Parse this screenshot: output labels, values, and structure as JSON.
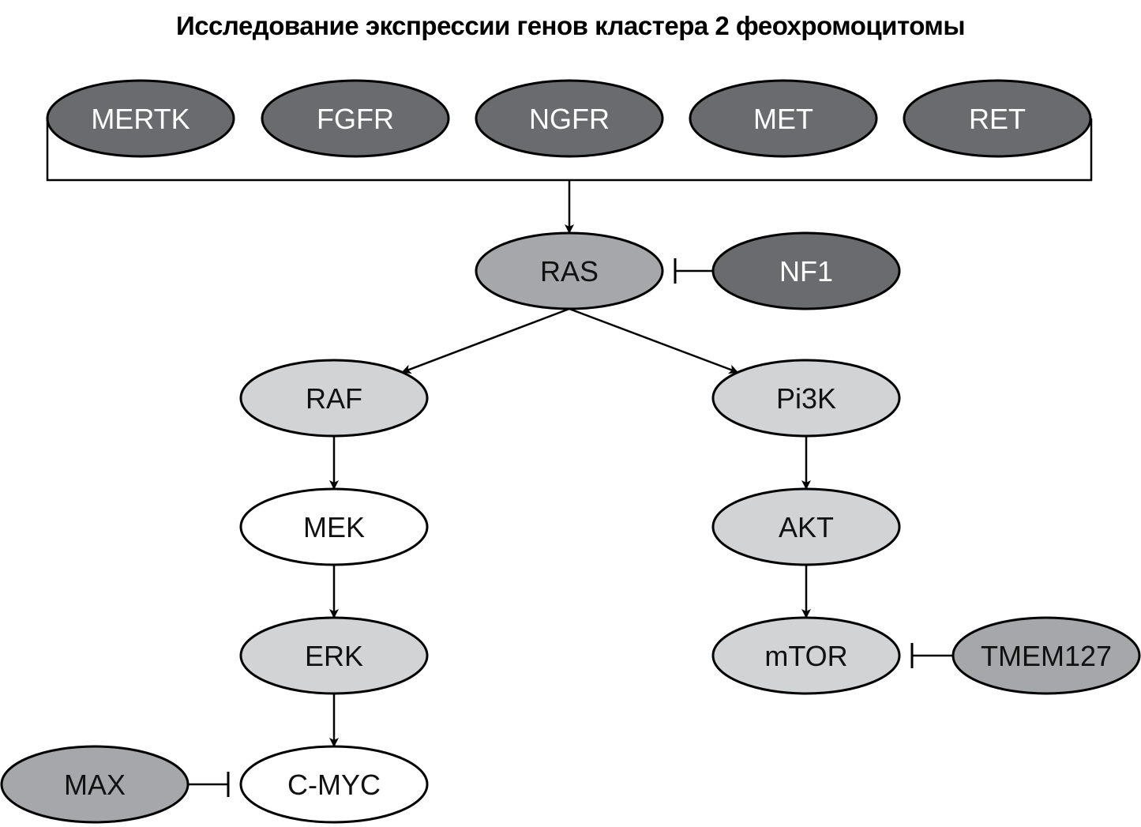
{
  "title": "Исследование экспрессии генов кластера 2 феохромоцитомы",
  "colors": {
    "dark": "#6a6b6f",
    "medium": "#a6a7aa",
    "light": "#d2d3d5",
    "white": "#ffffff",
    "stroke": "#000000",
    "text_on_dark": "#ffffff",
    "text_on_light": "#111111"
  },
  "nodes": [
    {
      "id": "MERTK",
      "label": "MERTK",
      "shade": "dark"
    },
    {
      "id": "FGFR",
      "label": "FGFR",
      "shade": "dark"
    },
    {
      "id": "NGFR",
      "label": "NGFR",
      "shade": "dark"
    },
    {
      "id": "MET",
      "label": "MET",
      "shade": "dark"
    },
    {
      "id": "RET",
      "label": "RET",
      "shade": "dark"
    },
    {
      "id": "RAS",
      "label": "RAS",
      "shade": "medium"
    },
    {
      "id": "NF1",
      "label": "NF1",
      "shade": "dark"
    },
    {
      "id": "RAF",
      "label": "RAF",
      "shade": "light"
    },
    {
      "id": "Pi3K",
      "label": "Pi3K",
      "shade": "light"
    },
    {
      "id": "MEK",
      "label": "MEK",
      "shade": "white"
    },
    {
      "id": "AKT",
      "label": "AKT",
      "shade": "light"
    },
    {
      "id": "ERK",
      "label": "ERK",
      "shade": "light"
    },
    {
      "id": "mTOR",
      "label": "mTOR",
      "shade": "light"
    },
    {
      "id": "TMEM127",
      "label": "TMEM127",
      "shade": "medium"
    },
    {
      "id": "MAX",
      "label": "MAX",
      "shade": "medium"
    },
    {
      "id": "C-MYC",
      "label": "C-MYC",
      "shade": "white"
    }
  ],
  "edges": [
    {
      "from": "receptors",
      "to": "RAS",
      "type": "activation"
    },
    {
      "from": "NF1",
      "to": "RAS",
      "type": "inhibition"
    },
    {
      "from": "RAS",
      "to": "RAF",
      "type": "activation"
    },
    {
      "from": "RAS",
      "to": "Pi3K",
      "type": "activation"
    },
    {
      "from": "RAF",
      "to": "MEK",
      "type": "activation"
    },
    {
      "from": "MEK",
      "to": "ERK",
      "type": "activation"
    },
    {
      "from": "ERK",
      "to": "C-MYC",
      "type": "activation"
    },
    {
      "from": "Pi3K",
      "to": "AKT",
      "type": "activation"
    },
    {
      "from": "AKT",
      "to": "mTOR",
      "type": "activation"
    },
    {
      "from": "TMEM127",
      "to": "mTOR",
      "type": "inhibition"
    },
    {
      "from": "MAX",
      "to": "C-MYC",
      "type": "inhibition"
    }
  ]
}
